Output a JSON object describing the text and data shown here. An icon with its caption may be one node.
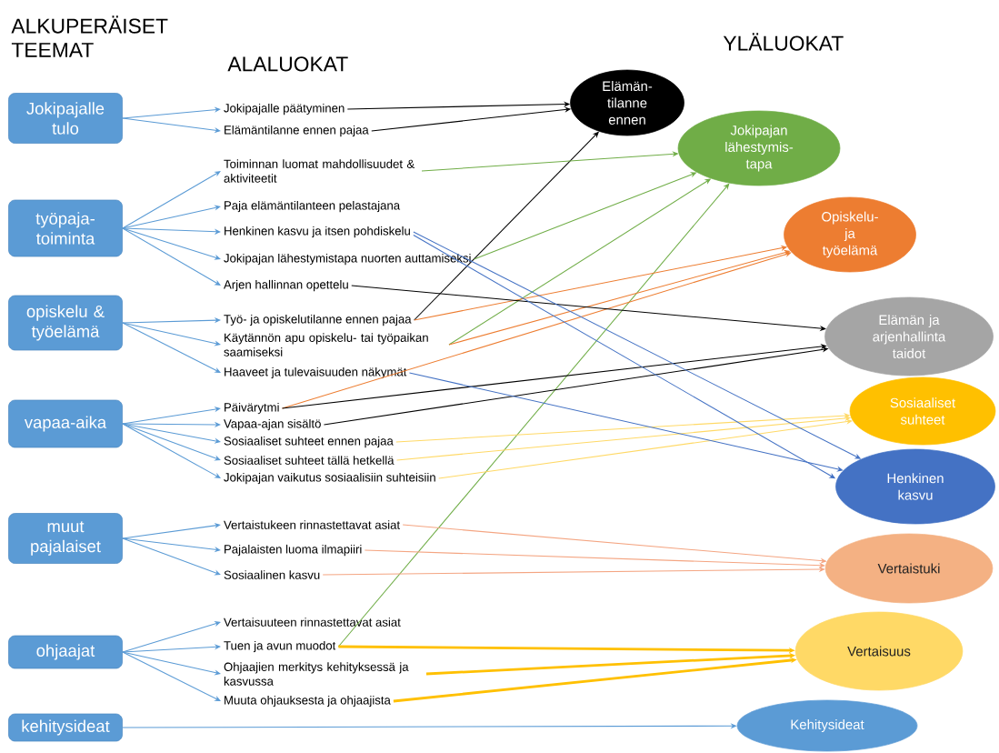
{
  "diagram": {
    "nodes": [
      {
        "text": [
          "Jokipajalle tulo"
        ]
      },
      {
        "text": [
          "työpaja-toiminta"
        ]
      },
      {
        "text": [
          "opiskelu & työelämä"
        ]
      },
      {
        "text": [
          "vapaa-aika"
        ]
      },
      {
        "text": [
          "muut pajalaiset"
        ]
      },
      {
        "text": [
          "ohjaajat"
        ]
      },
      {
        "text": [
          "kehitysideat"
        ]
      },
      {
        "text": [
          "Jokipajalle päätyminen"
        ]
      },
      {
        "text": [
          "Elämäntilanne ennen pajaa"
        ]
      },
      {
        "text": [
          "Toiminnan luomat mahdollisuudet & aktiviteetit"
        ]
      },
      {
        "text": [
          "Paja elämäntilanteen pelastajana"
        ]
      },
      {
        "text": [
          "Henkinen kasvu ja itsen pohdiskelu"
        ]
      },
      {
        "text": [
          "Jokipajan lähestymistapa nuorten auttamiseksi"
        ]
      },
      {
        "text": [
          "Arjen hallinnan opettelu"
        ]
      },
      {
        "text": [
          "Työ- ja opiskelutilanne ennen pajaa"
        ]
      },
      {
        "text": [
          "Käytännön apu opiskelu- tai työpaikan saamiseksi"
        ]
      },
      {
        "text": [
          "Haaveet ja tulevaisuuden näkymät"
        ]
      },
      {
        "text": [
          "Päivärytmi"
        ]
      },
      {
        "text": [
          "Vapaa-ajan sisältö"
        ]
      },
      {
        "text": [
          "Sosiaaliset suhteet ennen pajaa"
        ]
      },
      {
        "text": [
          "Sosiaaliset suhteet tällä hetkellä"
        ]
      },
      {
        "text": [
          "Jokipajan vaikutus sosiaalisiin suhteisiin"
        ]
      },
      {
        "text": [
          "Vertaistukeen rinnastettavat asiat"
        ]
      },
      {
        "text": [
          "Pajalaisten luoma ilmapiiri"
        ]
      },
      {
        "text": [
          "Sosiaalinen kasvu"
        ]
      },
      {
        "text": [
          "Vertaisuuteen rinnastettavat asiat"
        ]
      },
      {
        "text": [
          "Tuen ja avun muodot"
        ]
      },
      {
        "text": [
          "Ohjaajien merkitys kehityksessä ja kasvussa"
        ]
      },
      {
        "text": [
          "Muuta ohjauksesta ja ohjaajista"
        ]
      },
      {
        "text": [
          "Elämän- tilanne ennen"
        ]
      },
      {
        "text": [
          "Jokipajan lähestymis- tapa"
        ]
      },
      {
        "text": [
          "Opiskelu- ja työelämä"
        ]
      },
      {
        "text": [
          "Elämän ja arjenhallinta taidot"
        ]
      },
      {
        "text": [
          "Sosiaaliset suhteet"
        ]
      },
      {
        "text": [
          "Henkinen kasvu"
        ]
      },
      {
        "text": [
          "Vertaistuki"
        ]
      },
      {
        "text": [
          "Vertaisuus"
        ]
      },
      {
        "text": [
          "Kehitysideat"
        ]
      }
    ],
    "edges": [
      {
        "from": 0,
        "to": 7,
        "arrow": "to"
      },
      {
        "from": 0,
        "to": 8,
        "arrow": "to"
      },
      {
        "from": 1,
        "to": 9,
        "arrow": "to"
      },
      {
        "from": 1,
        "to": 10,
        "arrow": "to"
      },
      {
        "from": 1,
        "to": 11,
        "arrow": "to"
      },
      {
        "from": 1,
        "to": 12,
        "arrow": "to"
      },
      {
        "from": 1,
        "to": 13,
        "arrow": "to"
      },
      {
        "from": 2,
        "to": 14,
        "arrow": "to"
      },
      {
        "from": 2,
        "to": 15,
        "arrow": "to"
      },
      {
        "from": 2,
        "to": 16,
        "arrow": "to"
      },
      {
        "from": 3,
        "to": 17,
        "arrow": "to"
      },
      {
        "from": 3,
        "to": 18,
        "arrow": "to"
      },
      {
        "from": 3,
        "to": 19,
        "arrow": "to"
      },
      {
        "from": 3,
        "to": 20,
        "arrow": "to"
      },
      {
        "from": 3,
        "to": 21,
        "arrow": "to"
      },
      {
        "from": 4,
        "to": 22,
        "arrow": "to"
      },
      {
        "from": 4,
        "to": 23,
        "arrow": "to"
      },
      {
        "from": 4,
        "to": 24,
        "arrow": "to"
      },
      {
        "from": 5,
        "to": 25,
        "arrow": "to"
      },
      {
        "from": 5,
        "to": 26,
        "arrow": "to"
      },
      {
        "from": 5,
        "to": 27,
        "arrow": "to"
      },
      {
        "from": 5,
        "to": 28,
        "arrow": "to"
      },
      {
        "from": 6,
        "to": 37,
        "arrow": "to"
      },
      {
        "from": 7,
        "to": 29,
        "arrow": "to",
        "color": "#000000"
      },
      {
        "from": 8,
        "to": 29,
        "arrow": "to",
        "color": "#000000"
      },
      {
        "from": 14,
        "to": 29,
        "arrow": "to",
        "color": "#000000"
      },
      {
        "from": 9,
        "to": 30,
        "arrow": "to",
        "color": "#70ad47"
      },
      {
        "from": 12,
        "to": 30,
        "arrow": "to",
        "color": "#70ad47"
      },
      {
        "from": 15,
        "to": 30,
        "arrow": "to",
        "color": "#70ad47"
      },
      {
        "from": 26,
        "to": 30,
        "arrow": "to",
        "color": "#70ad47"
      },
      {
        "from": 14,
        "to": 31,
        "arrow": "to",
        "color": "#ed7d31"
      },
      {
        "from": 15,
        "to": 31,
        "arrow": "to",
        "color": "#ed7d31"
      },
      {
        "from": 17,
        "to": 31,
        "arrow": "to",
        "color": "#ed7d31"
      },
      {
        "from": 13,
        "to": 32,
        "arrow": "to",
        "color": "#000000"
      },
      {
        "from": 17,
        "to": 32,
        "arrow": "to",
        "color": "#000000"
      },
      {
        "from": 18,
        "to": 32,
        "arrow": "to",
        "color": "#000000"
      },
      {
        "from": 19,
        "to": 33,
        "arrow": "to",
        "color": "#ffd966"
      },
      {
        "from": 20,
        "to": 33,
        "arrow": "to",
        "color": "#ffd966"
      },
      {
        "from": 21,
        "to": 33,
        "arrow": "to",
        "color": "#ffd966"
      },
      {
        "from": 11,
        "to": 34,
        "arrow": "to",
        "color": "#4472c4"
      },
      {
        "from": 11,
        "to": 34,
        "arrow": "to",
        "color": "#4472c4"
      },
      {
        "from": 16,
        "to": 34,
        "arrow": "to",
        "color": "#4472c4"
      },
      {
        "from": 22,
        "to": 35,
        "arrow": "to",
        "color": "#f4a582"
      },
      {
        "from": 23,
        "to": 35,
        "arrow": "to",
        "color": "#f4a582"
      },
      {
        "from": 24,
        "to": 35,
        "arrow": "to",
        "color": "#f4a582"
      },
      {
        "from": 26,
        "to": 36,
        "arrow": "to",
        "style": "thick",
        "color": "#ffc000"
      },
      {
        "from": 27,
        "to": 36,
        "arrow": "to",
        "style": "thick",
        "color": "#ffc000"
      },
      {
        "from": 28,
        "to": 36,
        "arrow": "to",
        "style": "thick",
        "color": "#ffc000"
      }
    ],
    "labels": [
      "ALKUPERÄISET TEEMAT",
      "ALALUOKAT",
      "YLÄLUOKAT"
    ]
  }
}
